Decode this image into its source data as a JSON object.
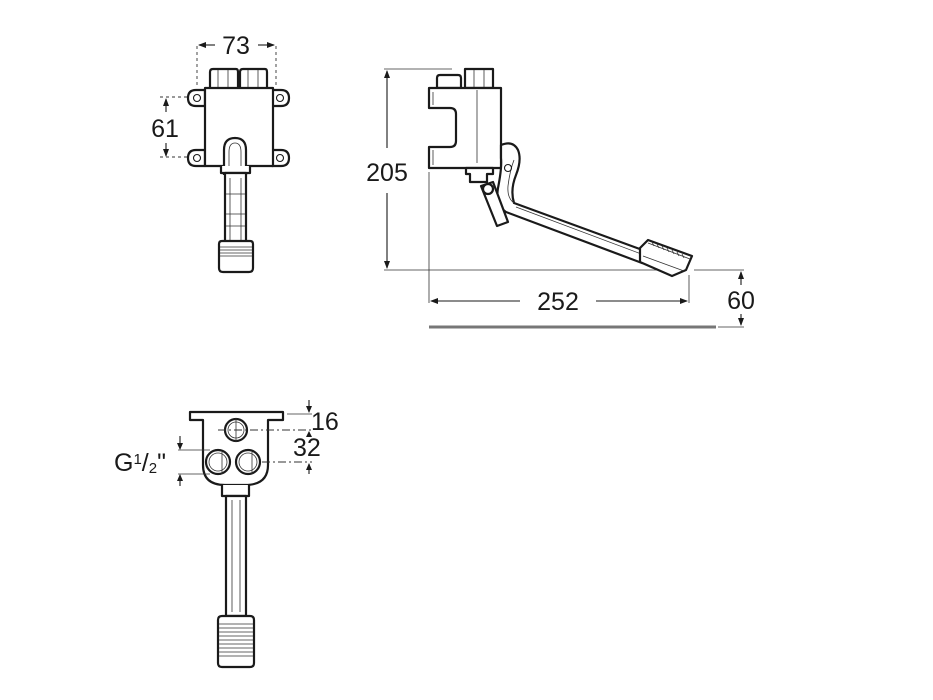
{
  "diagram": {
    "type": "technical-dimension-drawing",
    "subject": "pedal-operated time-flow valve",
    "views": [
      {
        "id": "front-view",
        "dimensions": {
          "width": "73",
          "mount_hole_spacing": "61"
        }
      },
      {
        "id": "side-view",
        "dimensions": {
          "height": "205",
          "pedal_reach": "252",
          "pedal_height_above_floor": "60"
        }
      },
      {
        "id": "top-view",
        "dimensions": {
          "inlet_offset_top": "16",
          "inlet_spacing": "32",
          "thread": "G",
          "thread_num": "1",
          "thread_den": "2",
          "thread_unit": "\""
        }
      }
    ]
  },
  "labels": {
    "dim_73": "73",
    "dim_61": "61",
    "dim_205": "205",
    "dim_252": "252",
    "dim_60": "60",
    "dim_16": "16",
    "dim_32": "32",
    "thread_g": "G",
    "thread_num": "1",
    "thread_slash": "/",
    "thread_den": "2",
    "thread_quote": "\""
  },
  "colors": {
    "line": "#1a1a1a",
    "floor_line": "#777777",
    "background": "#ffffff"
  }
}
